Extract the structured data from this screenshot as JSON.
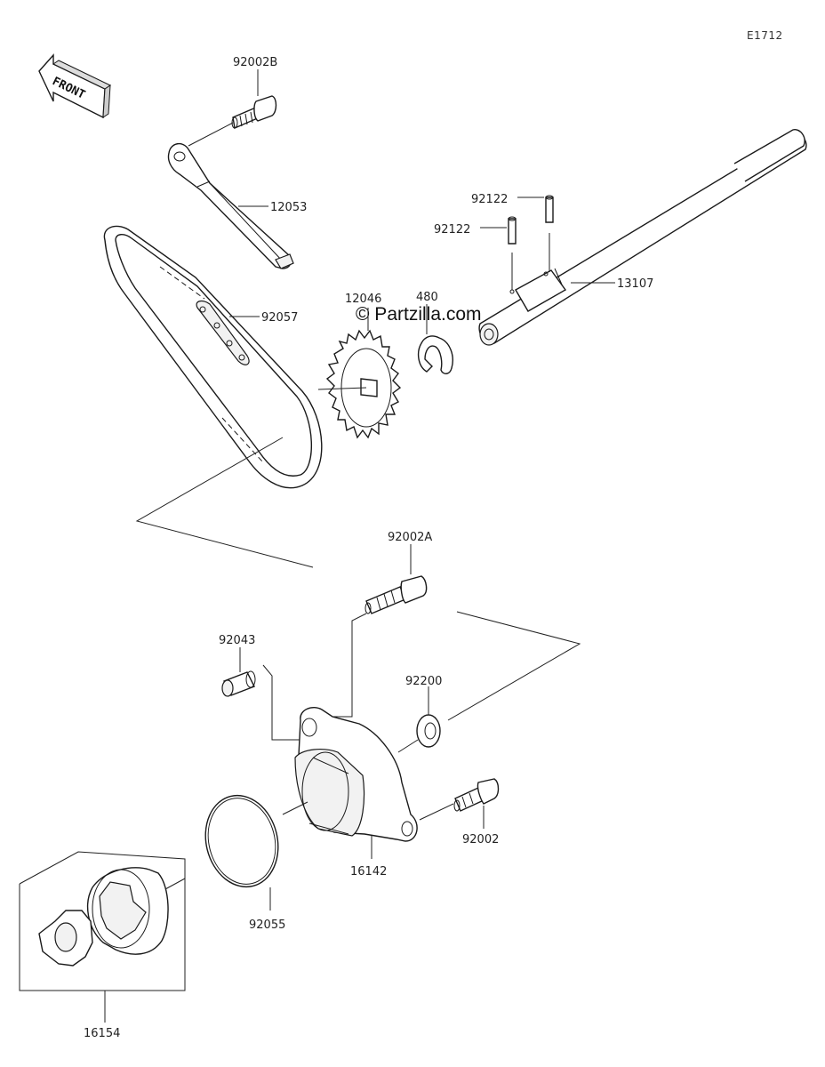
{
  "diagram": {
    "code": "E1712",
    "front_label": "FRONT",
    "watermark": "© Partzilla.com",
    "parts": [
      {
        "id": "p-92002B",
        "label": "92002B"
      },
      {
        "id": "p-12053",
        "label": "12053"
      },
      {
        "id": "p-92057",
        "label": "92057"
      },
      {
        "id": "p-12046",
        "label": "12046"
      },
      {
        "id": "p-480",
        "label": "480"
      },
      {
        "id": "p-92122a",
        "label": "92122"
      },
      {
        "id": "p-92122b",
        "label": "92122"
      },
      {
        "id": "p-13107",
        "label": "13107"
      },
      {
        "id": "p-92002A",
        "label": "92002A"
      },
      {
        "id": "p-92043",
        "label": "92043"
      },
      {
        "id": "p-92200",
        "label": "92200"
      },
      {
        "id": "p-92002",
        "label": "92002"
      },
      {
        "id": "p-16142",
        "label": "16142"
      },
      {
        "id": "p-92055",
        "label": "92055"
      },
      {
        "id": "p-16154",
        "label": "16154"
      }
    ]
  }
}
